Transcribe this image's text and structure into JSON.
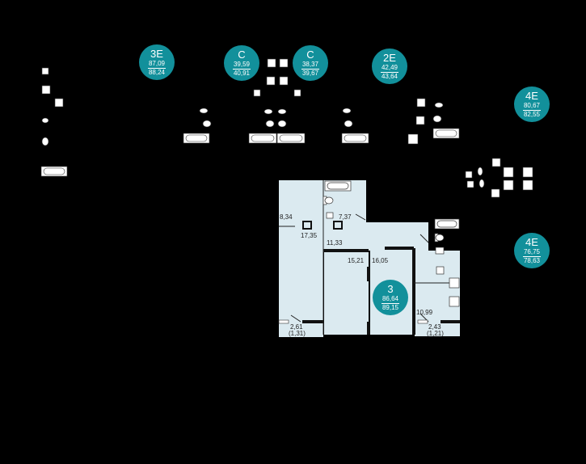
{
  "apartments": [
    {
      "type": "3E",
      "area_total": "87,09",
      "area_adjusted": "88,24",
      "active": false
    },
    {
      "type": "C",
      "area_total": "39,59",
      "area_adjusted": "40,91",
      "active": false
    },
    {
      "type": "C",
      "area_total": "38,37",
      "area_adjusted": "39,67",
      "active": false
    },
    {
      "type": "2E",
      "area_total": "42,49",
      "area_adjusted": "43,64",
      "active": false
    },
    {
      "type": "4E",
      "area_total": "80,67",
      "area_adjusted": "82,55",
      "active": false
    },
    {
      "type": "4E",
      "area_total": "76,75",
      "area_adjusted": "78,63",
      "active": false
    },
    {
      "type": "3",
      "area_total": "86,64",
      "area_adjusted": "89,15",
      "active": true
    }
  ],
  "room_areas": [
    "8,34",
    "7,37",
    "17,35",
    "11,33",
    "15,21",
    "16,05",
    "10,99"
  ],
  "balconies": [
    {
      "area": "2,61",
      "adjusted": "(1,31)"
    },
    {
      "area": "2,43",
      "adjusted": "(1,21)"
    }
  ],
  "colors": {
    "background": "#000000",
    "selected_fill": "#dbeaf0",
    "badge": "#12909b",
    "wall": "#111111"
  }
}
